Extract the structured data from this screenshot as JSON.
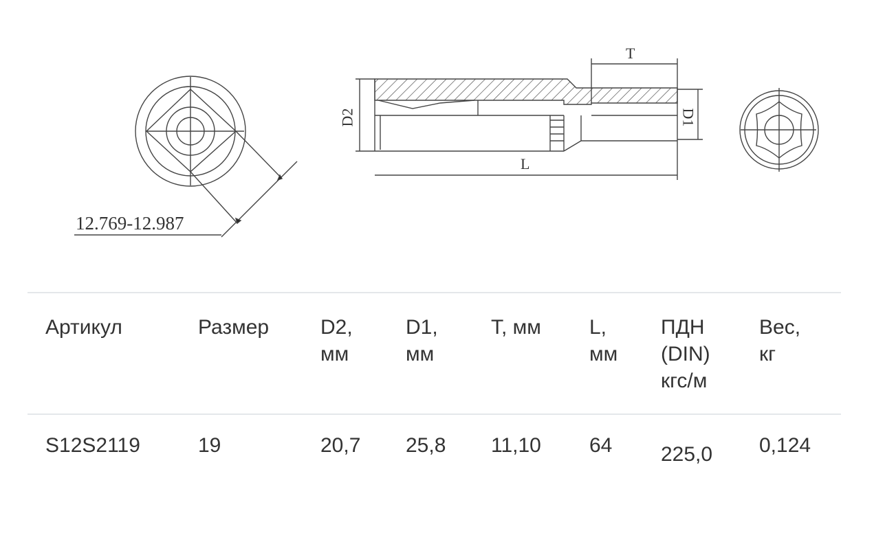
{
  "drawing": {
    "front_view_dimension": "12.769-12.987",
    "side_view_labels": {
      "d2": "D2",
      "d1": "D1",
      "t": "T",
      "l": "L"
    }
  },
  "table": {
    "headers": [
      "Артикул",
      "Размер",
      "D2,\nмм",
      "D1,\nмм",
      "T, мм",
      "L,\nмм",
      "ПДН\n(DIN)\nкгс/м",
      "Вес,\nкг"
    ],
    "rows": [
      [
        "S12S2119",
        "19",
        "20,7",
        "25,8",
        "11,10",
        "64",
        "225,0",
        "0,124"
      ]
    ]
  }
}
